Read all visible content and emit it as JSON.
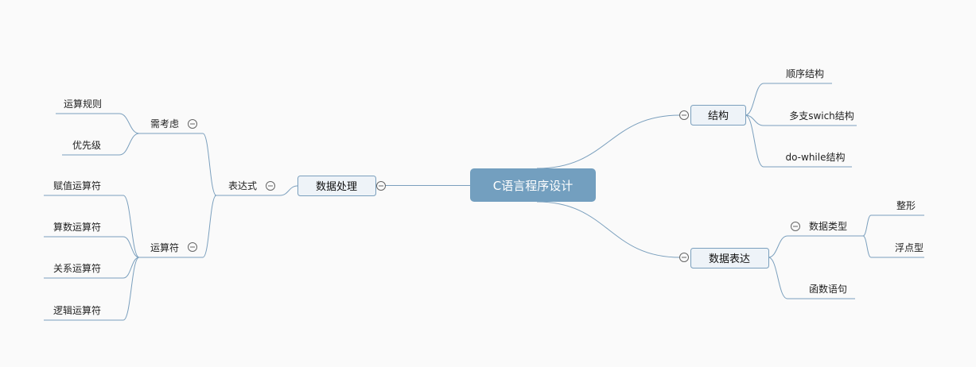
{
  "root": "C语言程序设计",
  "left": {
    "label": "数据处理",
    "expr": {
      "label": "表达式",
      "consider": {
        "label": "需考虑",
        "children": [
          "运算规则",
          "优先级"
        ]
      },
      "operators": {
        "label": "运算符",
        "children": [
          "赋值运算符",
          "算数运算符",
          "关系运算符",
          "逻辑运算符"
        ]
      }
    }
  },
  "right": {
    "structure": {
      "label": "结构",
      "children": [
        "顺序结构",
        "多支swich结构",
        "do-while结构"
      ]
    },
    "expression": {
      "label": "数据表达",
      "types": {
        "label": "数据类型",
        "children": [
          "整形",
          "浮点型"
        ]
      },
      "func": "函数语句"
    }
  },
  "colors": {
    "root": "#739fbf",
    "line": "#7a9fbd",
    "box": "#eef3f8"
  }
}
